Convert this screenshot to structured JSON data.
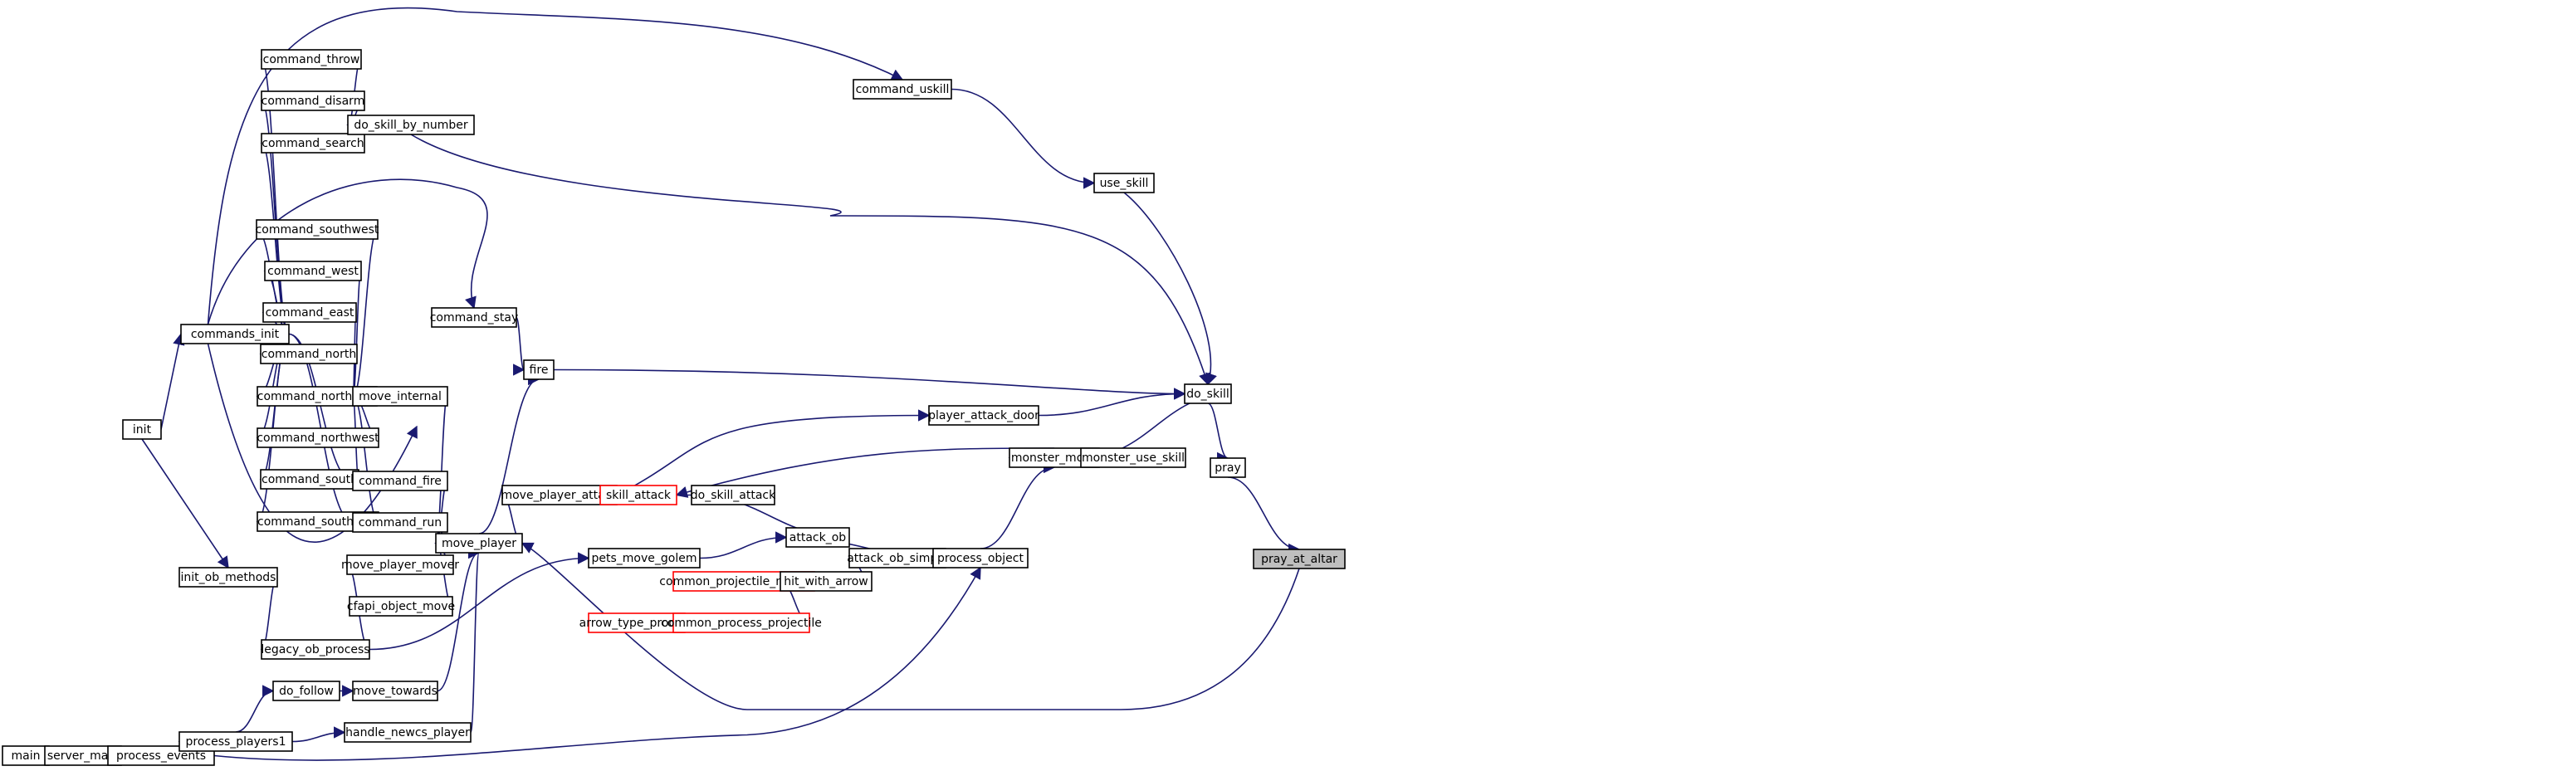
{
  "colors": {
    "edge": "#191970",
    "external_border": "#ff0000",
    "root_fill": "#bfbfbf"
  },
  "nodes": {
    "main": "main",
    "server_main": "server_main",
    "process_events": "process_events",
    "process_players1": "process_players1",
    "init": "init",
    "init_ob_methods": "init_ob_methods",
    "legacy_ob_process": "legacy_ob_process",
    "commands_init": "commands_init",
    "do_follow": "do_follow",
    "move_towards": "move_towards",
    "handle_newcs_player": "handle_newcs_player",
    "command_throw": "command_throw",
    "command_disarm": "command_disarm",
    "command_search": "command_search",
    "do_skill_by_number": "do_skill_by_number",
    "command_southwest": "command_southwest",
    "command_west": "command_west",
    "command_east": "command_east",
    "command_north": "command_north",
    "command_northeast": "command_northeast",
    "command_northwest": "command_northwest",
    "command_south": "command_south",
    "command_southeast": "command_southeast",
    "move_internal": "move_internal",
    "command_fire": "command_fire",
    "command_run": "command_run",
    "move_player_mover": "move_player_mover",
    "cfapi_object_move": "cfapi_object_move",
    "move_player": "move_player",
    "command_stay": "command_stay",
    "fire": "fire",
    "move_player_attack": "move_player_attack",
    "skill_attack": "skill_attack",
    "do_skill_attack": "do_skill_attack",
    "pets_move_golem": "pets_move_golem",
    "attack_ob": "attack_ob",
    "common_projectile_move_on": "common_projectile_move_on",
    "hit_with_arrow": "hit_with_arrow",
    "arrow_type_process": "arrow_type_process",
    "common_process_projectile": "common_process_projectile",
    "attack_ob_simple": "attack_ob_simple",
    "process_object": "process_object",
    "player_attack_door": "player_attack_door",
    "monster_move": "monster_move",
    "monster_use_skill": "monster_use_skill",
    "command_uskill": "command_uskill",
    "use_skill": "use_skill",
    "do_skill": "do_skill",
    "pray": "pray",
    "pray_at_altar": "pray_at_altar"
  },
  "external_nodes": [
    "skill_attack",
    "common_projectile_move_on",
    "arrow_type_process",
    "common_process_projectile"
  ],
  "focus_node": "pray_at_altar",
  "edges": [
    [
      "main",
      "server_main"
    ],
    [
      "server_main",
      "process_events"
    ],
    [
      "process_events",
      "process_players1"
    ],
    [
      "process_events",
      "process_object"
    ],
    [
      "process_players1",
      "do_follow"
    ],
    [
      "process_players1",
      "handle_newcs_player"
    ],
    [
      "init",
      "commands_init"
    ],
    [
      "init",
      "init_ob_methods"
    ],
    [
      "init_ob_methods",
      "legacy_ob_process"
    ],
    [
      "legacy_ob_process",
      "move_player_mover"
    ],
    [
      "legacy_ob_process",
      "pets_move_golem"
    ],
    [
      "do_follow",
      "move_towards"
    ],
    [
      "move_towards",
      "move_player"
    ],
    [
      "handle_newcs_player",
      "move_player"
    ],
    [
      "commands_init",
      "command_throw"
    ],
    [
      "commands_init",
      "command_disarm"
    ],
    [
      "commands_init",
      "command_search"
    ],
    [
      "commands_init",
      "command_southwest"
    ],
    [
      "commands_init",
      "command_west"
    ],
    [
      "commands_init",
      "command_east"
    ],
    [
      "commands_init",
      "command_north"
    ],
    [
      "commands_init",
      "command_northeast"
    ],
    [
      "commands_init",
      "command_northwest"
    ],
    [
      "commands_init",
      "command_south"
    ],
    [
      "commands_init",
      "command_southeast"
    ],
    [
      "commands_init",
      "command_fire"
    ],
    [
      "commands_init",
      "command_run"
    ],
    [
      "commands_init",
      "command_stay"
    ],
    [
      "commands_init",
      "command_uskill"
    ],
    [
      "commands_init",
      "move_internal"
    ],
    [
      "command_throw",
      "do_skill_by_number"
    ],
    [
      "command_disarm",
      "do_skill_by_number"
    ],
    [
      "command_search",
      "do_skill_by_number"
    ],
    [
      "do_skill_by_number",
      "do_skill"
    ],
    [
      "command_southwest",
      "move_internal"
    ],
    [
      "command_west",
      "move_internal"
    ],
    [
      "command_east",
      "move_internal"
    ],
    [
      "command_north",
      "move_internal"
    ],
    [
      "command_northeast",
      "move_internal"
    ],
    [
      "command_northwest",
      "move_internal"
    ],
    [
      "command_south",
      "move_internal"
    ],
    [
      "command_southeast",
      "move_internal"
    ],
    [
      "move_internal",
      "move_player"
    ],
    [
      "command_fire",
      "move_player"
    ],
    [
      "command_run",
      "move_player"
    ],
    [
      "move_player_mover",
      "move_player"
    ],
    [
      "cfapi_object_move",
      "move_player"
    ],
    [
      "move_player",
      "fire"
    ],
    [
      "move_player",
      "move_player_attack"
    ],
    [
      "command_stay",
      "fire"
    ],
    [
      "fire",
      "do_skill"
    ],
    [
      "move_player_attack",
      "skill_attack"
    ],
    [
      "move_player_attack",
      "player_attack_door"
    ],
    [
      "do_skill_attack",
      "skill_attack"
    ],
    [
      "attack_ob",
      "do_skill_attack"
    ],
    [
      "pets_move_golem",
      "attack_ob"
    ],
    [
      "attack_ob_simple",
      "attack_ob"
    ],
    [
      "hit_with_arrow",
      "attack_ob_simple"
    ],
    [
      "common_projectile_move_on",
      "hit_with_arrow"
    ],
    [
      "common_process_projectile",
      "hit_with_arrow"
    ],
    [
      "arrow_type_process",
      "common_process_projectile"
    ],
    [
      "process_object",
      "attack_ob_simple"
    ],
    [
      "process_object",
      "monster_move"
    ],
    [
      "monster_move",
      "skill_attack"
    ],
    [
      "monster_use_skill",
      "monster_move"
    ],
    [
      "do_skill",
      "monster_use_skill"
    ],
    [
      "player_attack_door",
      "do_skill"
    ],
    [
      "command_uskill",
      "use_skill"
    ],
    [
      "use_skill",
      "do_skill"
    ],
    [
      "do_skill",
      "pray"
    ],
    [
      "pray",
      "pray_at_altar"
    ],
    [
      "pray_at_altar",
      "move_player"
    ]
  ]
}
